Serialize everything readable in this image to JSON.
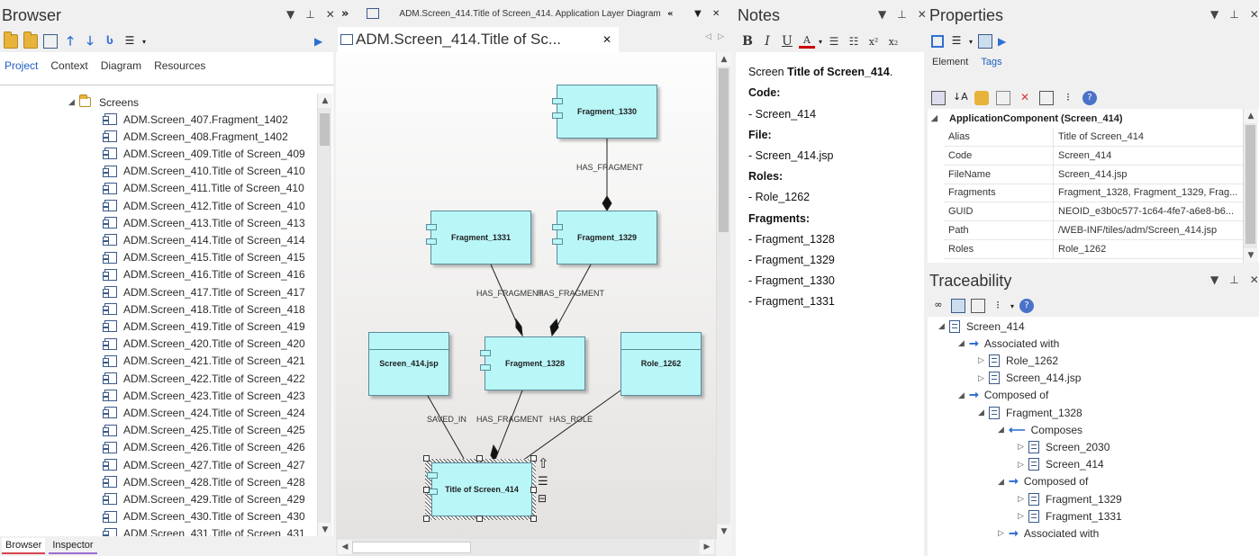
{
  "browser": {
    "title": "Browser",
    "tabs": [
      "Project",
      "Context",
      "Diagram",
      "Resources"
    ],
    "folder": "Screens",
    "items": [
      "ADM.Screen_407.Fragment_1402",
      "ADM.Screen_408.Fragment_1402",
      "ADM.Screen_409.Title of Screen_409",
      "ADM.Screen_410.Title of Screen_410",
      "ADM.Screen_411.Title of Screen_410",
      "ADM.Screen_412.Title of Screen_410",
      "ADM.Screen_413.Title of Screen_413",
      "ADM.Screen_414.Title of Screen_414",
      "ADM.Screen_415.Title of Screen_415",
      "ADM.Screen_416.Title of Screen_416",
      "ADM.Screen_417.Title of Screen_417",
      "ADM.Screen_418.Title of Screen_418",
      "ADM.Screen_419.Title of Screen_419",
      "ADM.Screen_420.Title of Screen_420",
      "ADM.Screen_421.Title of Screen_421",
      "ADM.Screen_422.Title of Screen_422",
      "ADM.Screen_423.Title of Screen_423",
      "ADM.Screen_424.Title of Screen_424",
      "ADM.Screen_425.Title of Screen_425",
      "ADM.Screen_426.Title of Screen_426",
      "ADM.Screen_427.Title of Screen_427",
      "ADM.Screen_428.Title of Screen_428",
      "ADM.Screen_429.Title of Screen_429",
      "ADM.Screen_430.Title of Screen_430",
      "ADM.Screen_431.Title of Screen_431"
    ],
    "bottom_tabs": [
      "Browser",
      "Inspector"
    ]
  },
  "diagram": {
    "window_title": "ADM.Screen_414.Title of Screen_414.  Application Layer Diagram",
    "tab_label": "ADM.Screen_414.Title of Sc...",
    "nodes": {
      "fragment_1330": "Fragment_1330",
      "fragment_1331": "Fragment_1331",
      "fragment_1329": "Fragment_1329",
      "fragment_1328": "Fragment_1328",
      "screen_414_jsp": "Screen_414.jsp",
      "role_1262": "Role_1262",
      "title_of_screen_414": "Title of Screen_414"
    },
    "edges": {
      "e1": "HAS_FRAGMENT",
      "e2": "HAS_FRAGMENT",
      "e3": "HAS_FRAGMENT",
      "e4": "SAVED_IN",
      "e5": "HAS_FRAGMENT",
      "e6": "HAS_ROLE"
    }
  },
  "notes": {
    "title": "Notes",
    "screen_prefix": "Screen ",
    "screen_title": "Title of Screen_414",
    "screen_suffix": ".",
    "code_label": "Code:",
    "code_value": "- Screen_414",
    "file_label": "File:",
    "file_value": "- Screen_414.jsp",
    "roles_label": "Roles:",
    "roles_value": "- Role_1262",
    "fragments_label": "Fragments:",
    "fragments": [
      "- Fragment_1328",
      "- Fragment_1329",
      "- Fragment_1330",
      "- Fragment_1331"
    ]
  },
  "properties": {
    "title": "Properties",
    "tabs": [
      "Element",
      "Tags"
    ],
    "group": "ApplicationComponent (Screen_414)",
    "rows": [
      {
        "k": "Alias",
        "v": "Title of Screen_414"
      },
      {
        "k": "Code",
        "v": "Screen_414"
      },
      {
        "k": "FileName",
        "v": "Screen_414.jsp"
      },
      {
        "k": "Fragments",
        "v": "Fragment_1328, Fragment_1329, Frag..."
      },
      {
        "k": "GUID",
        "v": "NEOID_e3b0c577-1c64-4fe7-a6e8-b6..."
      },
      {
        "k": "Path",
        "v": "/WEB-INF/tiles/adm/Screen_414.jsp"
      },
      {
        "k": "Roles",
        "v": "Role_1262"
      }
    ]
  },
  "traceability": {
    "title": "Traceability",
    "rows": [
      "Screen_414",
      "Associated with",
      "Role_1262",
      "Screen_414.jsp",
      "Composed of",
      "Fragment_1328",
      "Composes",
      "Screen_2030",
      "Screen_414",
      "Composed of",
      "Fragment_1329",
      "Fragment_1331",
      "Associated with"
    ]
  }
}
